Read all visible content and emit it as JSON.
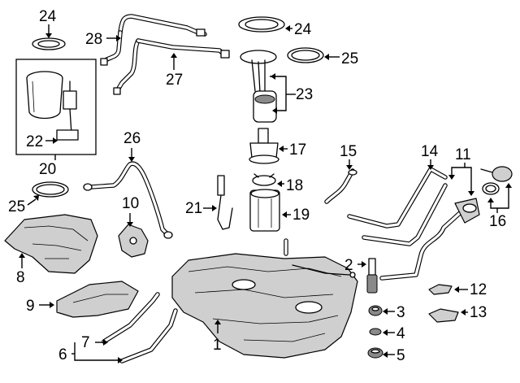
{
  "callouts": {
    "c1": "1",
    "c2": "2",
    "c3": "3",
    "c4": "4",
    "c5": "5",
    "c6": "6",
    "c7": "7",
    "c8": "8",
    "c9": "9",
    "c10": "10",
    "c11": "11",
    "c12": "12",
    "c13": "13",
    "c14": "14",
    "c15": "15",
    "c16": "16",
    "c17": "17",
    "c18": "18",
    "c19": "19",
    "c20": "20",
    "c21": "21",
    "c22": "22",
    "c23": "23",
    "c24a": "24",
    "c24b": "24",
    "c25a": "25",
    "c25b": "25",
    "c26": "26",
    "c27": "27",
    "c28": "28"
  }
}
